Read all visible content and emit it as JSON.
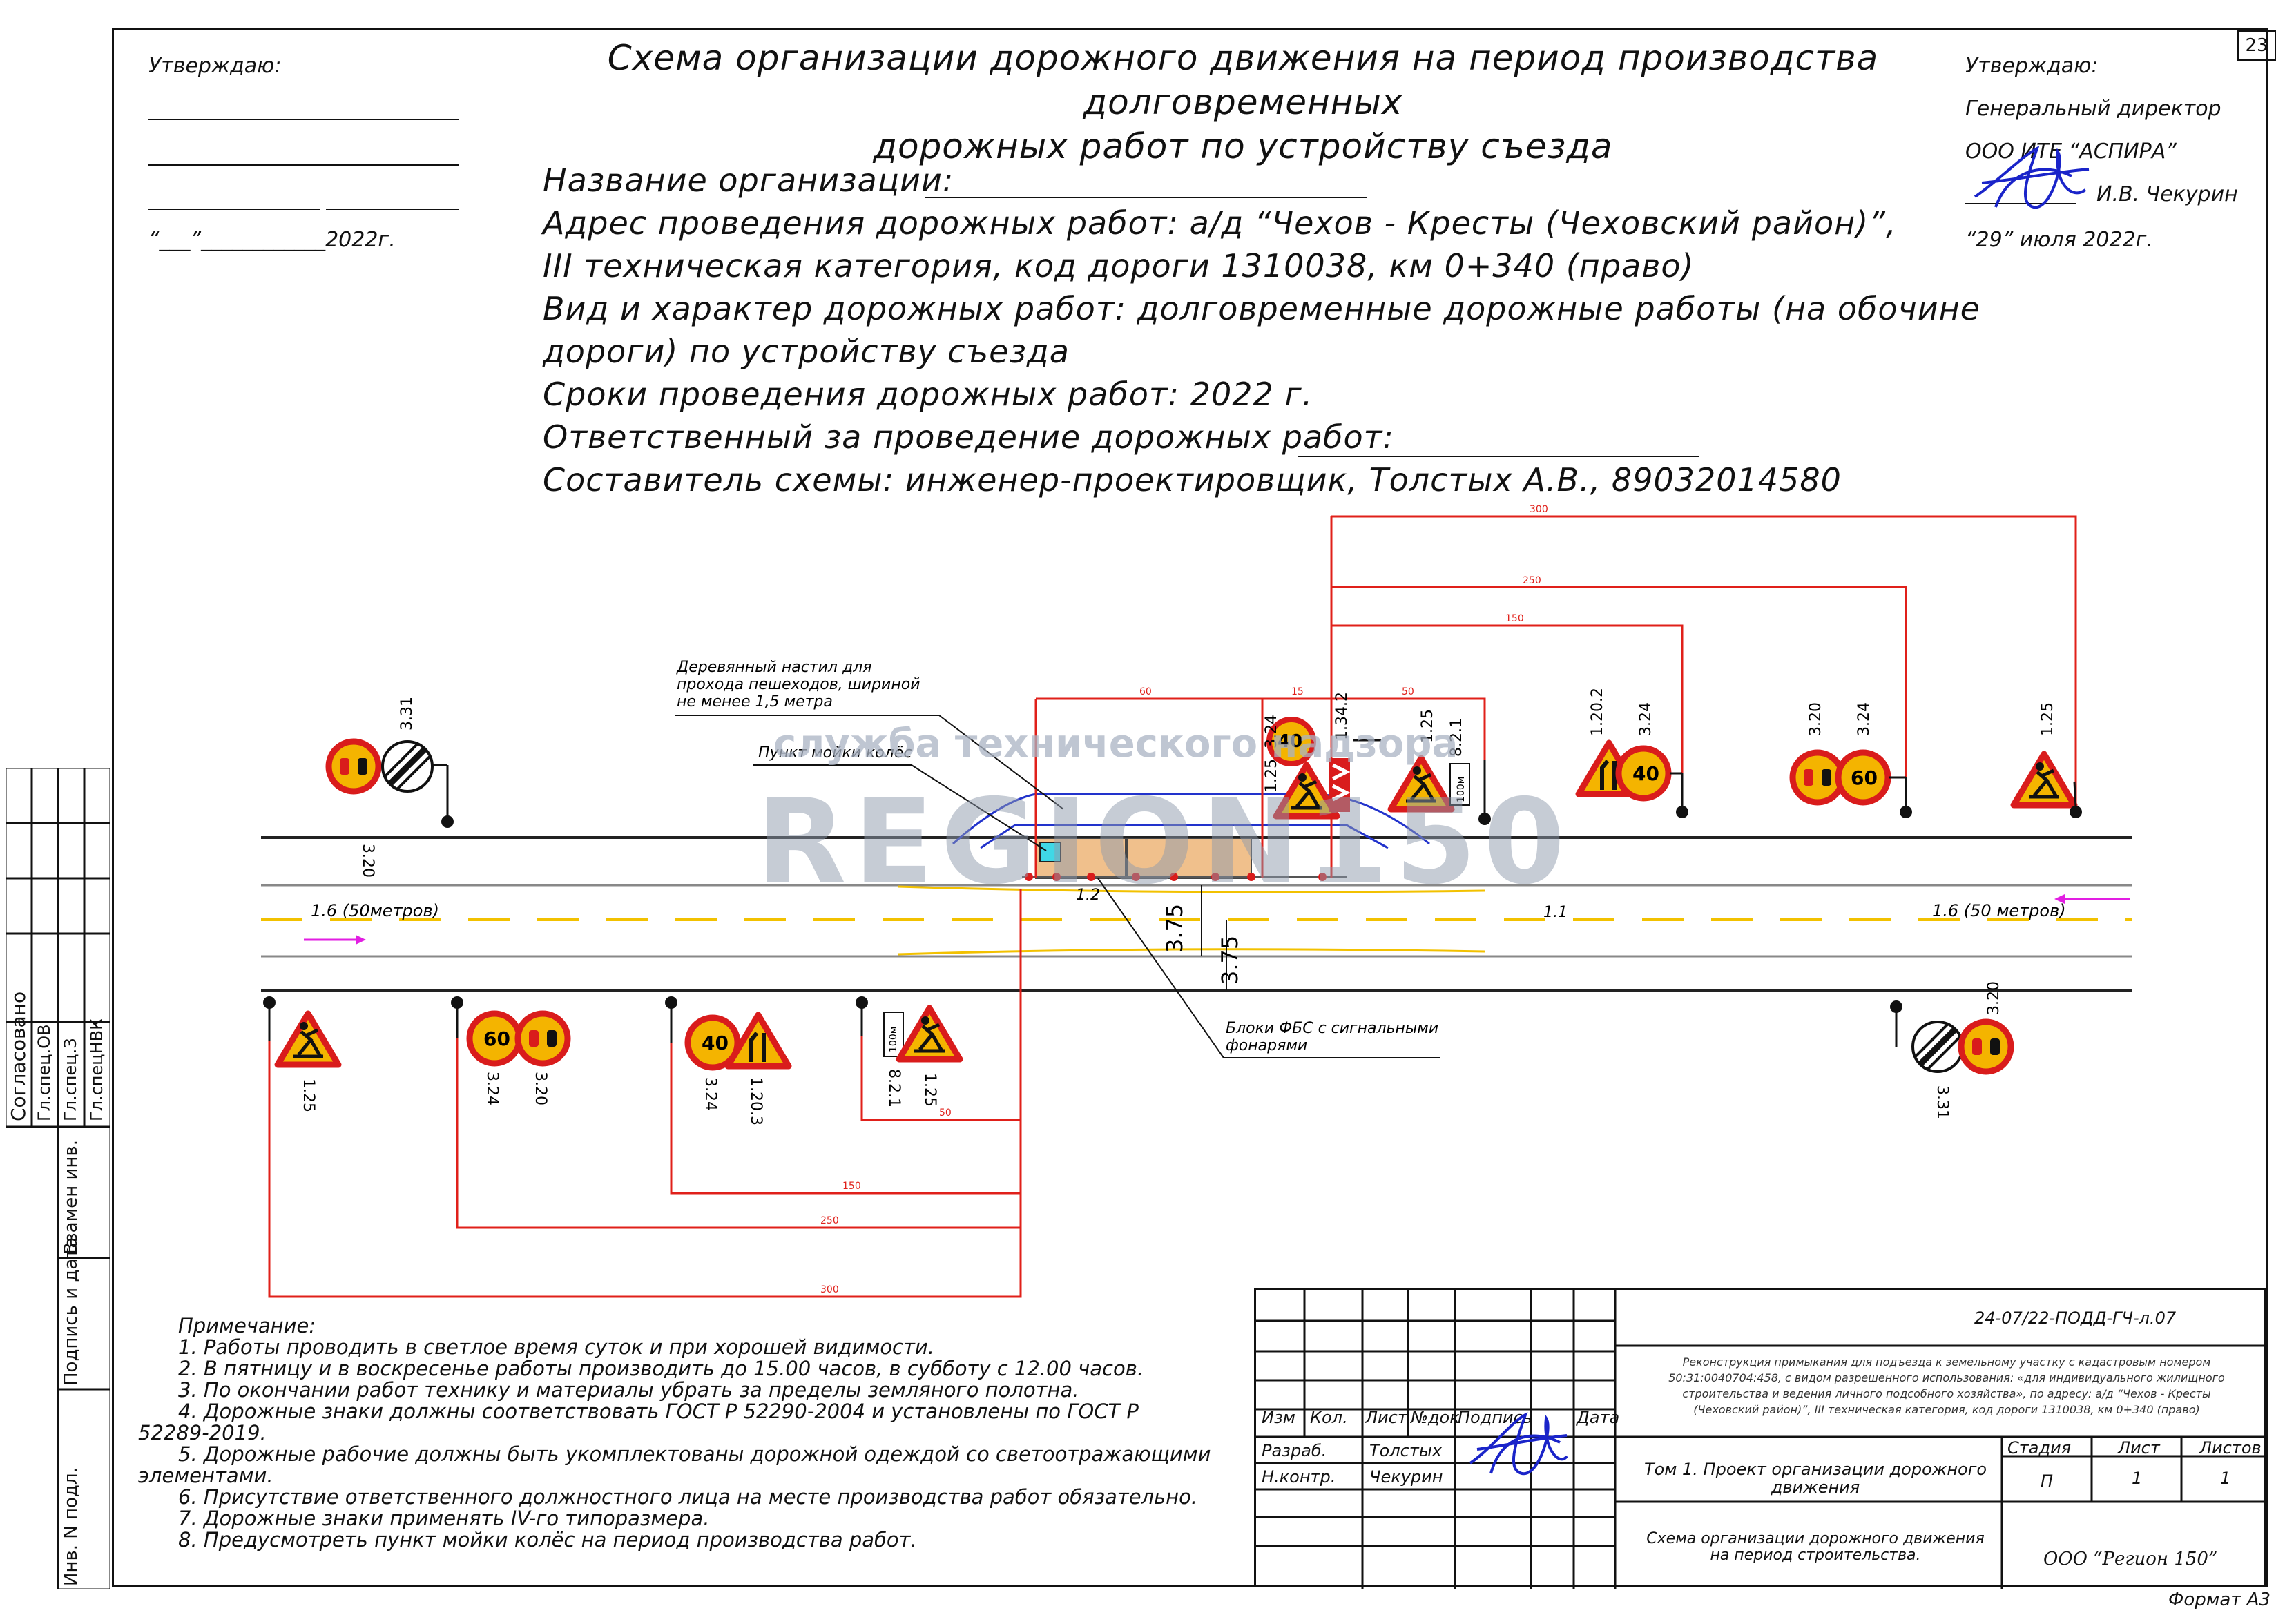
{
  "sheet_number": "23",
  "title_line1": "Схема организации дорожного движения на период производства долговременных",
  "title_line2": "дорожных работ по устройству съезда",
  "approve_left": {
    "label": "Утверждаю:",
    "date_line": "“___”____________2022г."
  },
  "approve_right": {
    "label": "Утверждаю:",
    "position": "Генеральный директор",
    "org": "ООО ИТЕ “АСПИРА”",
    "name": "И.В. Чекурин",
    "date": "“29” июля 2022г."
  },
  "info_lines": [
    "Название организации:",
    "Адрес проведения дорожных работ: а/д “Чехов - Кресты (Чеховский район)”,",
    "III техническая категория, код дороги 1310038, км 0+340 (право)",
    "Вид и характер дорожных работ: долговременные дорожные работы (на обочине",
    "дороги) по устройству съезда",
    "Сроки проведения дорожных работ: 2022 г.",
    "Ответственный за проведение дорожных работ:",
    "Составитель схемы: инженер-проектировщик, Толстых А.В., 89032014580"
  ],
  "diagram": {
    "callouts": {
      "walkway_1": "Деревянный настил для",
      "walkway_2": "прохода пешеходов, шириной",
      "walkway_3": "не менее 1,5 метра",
      "wash": "Пункт мойки колёс",
      "blocks_1": "Блоки ФБС с сигнальными",
      "blocks_2": "фонарями"
    },
    "markings": {
      "left": "1.6 (50метров)",
      "right": "1.6 (50 метров)",
      "m11": "1.1",
      "m12": "1.2"
    },
    "lane_widths": {
      "a": "3.75",
      "b": "3.75"
    },
    "dims_top": {
      "d300": "300",
      "d250": "250",
      "d150": "150",
      "d60": "60",
      "d15": "15",
      "d50": "50"
    },
    "dims_bottom": {
      "d50": "50",
      "d150": "150",
      "d250": "250",
      "d300": "300"
    },
    "sign_labels_top": {
      "s320": "3.20",
      "s331": "3.31",
      "s324a": "3.24",
      "s125a": "1.25",
      "s1342": "1.34.2",
      "s125b": "1.25",
      "s821": "8.2.1",
      "s1202": "1.20.2",
      "s324b": "3.24",
      "s320b": "3.20",
      "s324c": "3.24",
      "s125c": "1.25"
    },
    "sign_labels_bottom": {
      "s125": "1.25",
      "s324": "3.24",
      "s320": "3.20",
      "s324b": "3.24",
      "s1203": "1.20.3",
      "s821": "8.2.1",
      "s125b": "1.25",
      "s320c": "3.20",
      "s331": "3.31"
    },
    "speed": {
      "v40": "40",
      "v60": "60"
    },
    "plate": "100м",
    "watermark_1": "служба технического надзора",
    "watermark_2": "REGION150"
  },
  "notes": {
    "heading": "Примечание:",
    "items": [
      "1. Работы проводить в светлое время суток и при хорошей видимости.",
      "2. В пятницу и в воскресенье работы производить до 15.00 часов, в субботу с 12.00 часов.",
      "3. По окончании работ технику и материалы убрать за пределы земляного полотна.",
      "4. Дорожные знаки должны соответствовать ГОСТ Р 52290-2004 и установлены по ГОСТ Р",
      "52289-2019.",
      "5. Дорожные рабочие должны быть укомплектованы дорожной одеждой со светоотражающими",
      "элементами.",
      "6. Присутствие ответственного должностного лица на месте производства работ обязательно.",
      "7. Дорожные знаки применять IV-го типоразмера.",
      "8. Предусмотреть пункт мойки колёс на период производства работ."
    ]
  },
  "stamp": {
    "code": "24-07/22-ПОДД-ГЧ-л.07",
    "description_1": "Реконструкция примыкания для подъезда к земельному участку с кадастровым номером",
    "description_2": "50:31:0040704:458, с видом разрешенного использования: «для индивидуального жилищного",
    "description_3": "строительства и ведения личного подсобного хозяйства», по адресу: а/д “Чехов - Кресты",
    "description_4": "(Чеховский район)”, III техническая категория, код дороги 1310038, км 0+340 (право)",
    "headers": [
      "Изм",
      "Кол.",
      "Лист",
      "№док",
      "Подпись",
      "Дата"
    ],
    "roles": [
      {
        "role": "Разраб.",
        "name": "Толстых"
      },
      {
        "role": "Н.контр.",
        "name": "Чекурин"
      }
    ],
    "volume_1": "Том 1. Проект организации дорожного",
    "volume_2": "движения",
    "stage_label": "Стадия",
    "sheet_label": "Лист",
    "sheets_label": "Листов",
    "stage": "П",
    "sheet": "1",
    "sheets": "1",
    "scheme_1": "Схема организации дорожного движения",
    "scheme_2": "на период строительства.",
    "company": "ООО “Регион 150”"
  },
  "side_stamp": {
    "agreed": "Согласовано",
    "c1": "Гл.спец.ОВ",
    "c2": "Гл.спец.З",
    "c3": "Гл.спецНВК",
    "inv_replace": "Взамен инв.",
    "sign_date": "Подпись и дата",
    "inv_orig": "Инв. N подл."
  },
  "format": "Формат А3",
  "colors": {
    "dim": "#e0201a",
    "sign_red": "#d91c1c",
    "sign_yellow": "#f4b400",
    "road_yellow": "#f2c100",
    "arrow": "#e21ee2",
    "detour": "#2233cc"
  }
}
